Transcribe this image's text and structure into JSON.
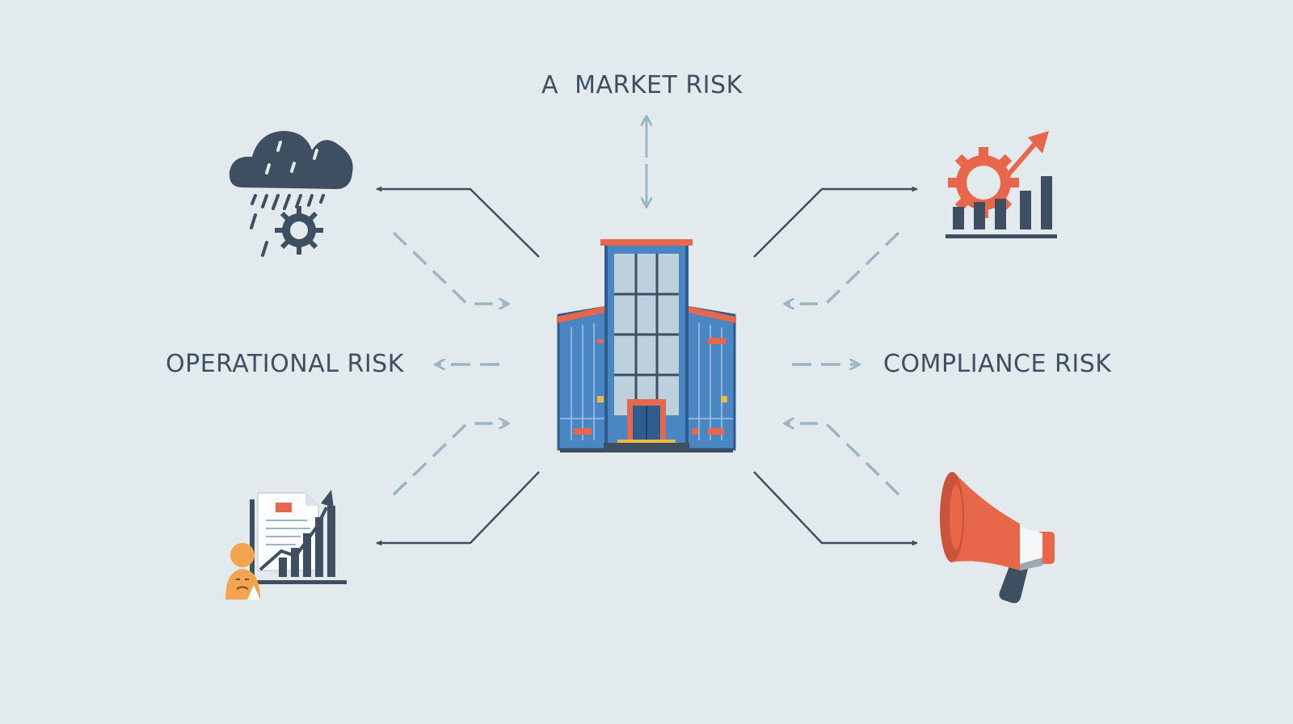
{
  "labels": {
    "market_risk": "A  MARKET RISK",
    "operational_risk": "OPERATIONAL RISK",
    "compliance_risk": "COMPLIANCE RISK"
  },
  "colors": {
    "background": "#e3eaed",
    "dark_navy": "#3e4f61",
    "dashed_blue": "#9ab5c6",
    "accent_orange": "#e8674a",
    "building_blue": "#4a86c2",
    "person_orange": "#f2a44f"
  },
  "icons": [
    "storm-cloud-gear-icon",
    "gear-growth-chart-icon",
    "document-growth-chart-person-icon",
    "megaphone-icon",
    "office-building-icon"
  ]
}
